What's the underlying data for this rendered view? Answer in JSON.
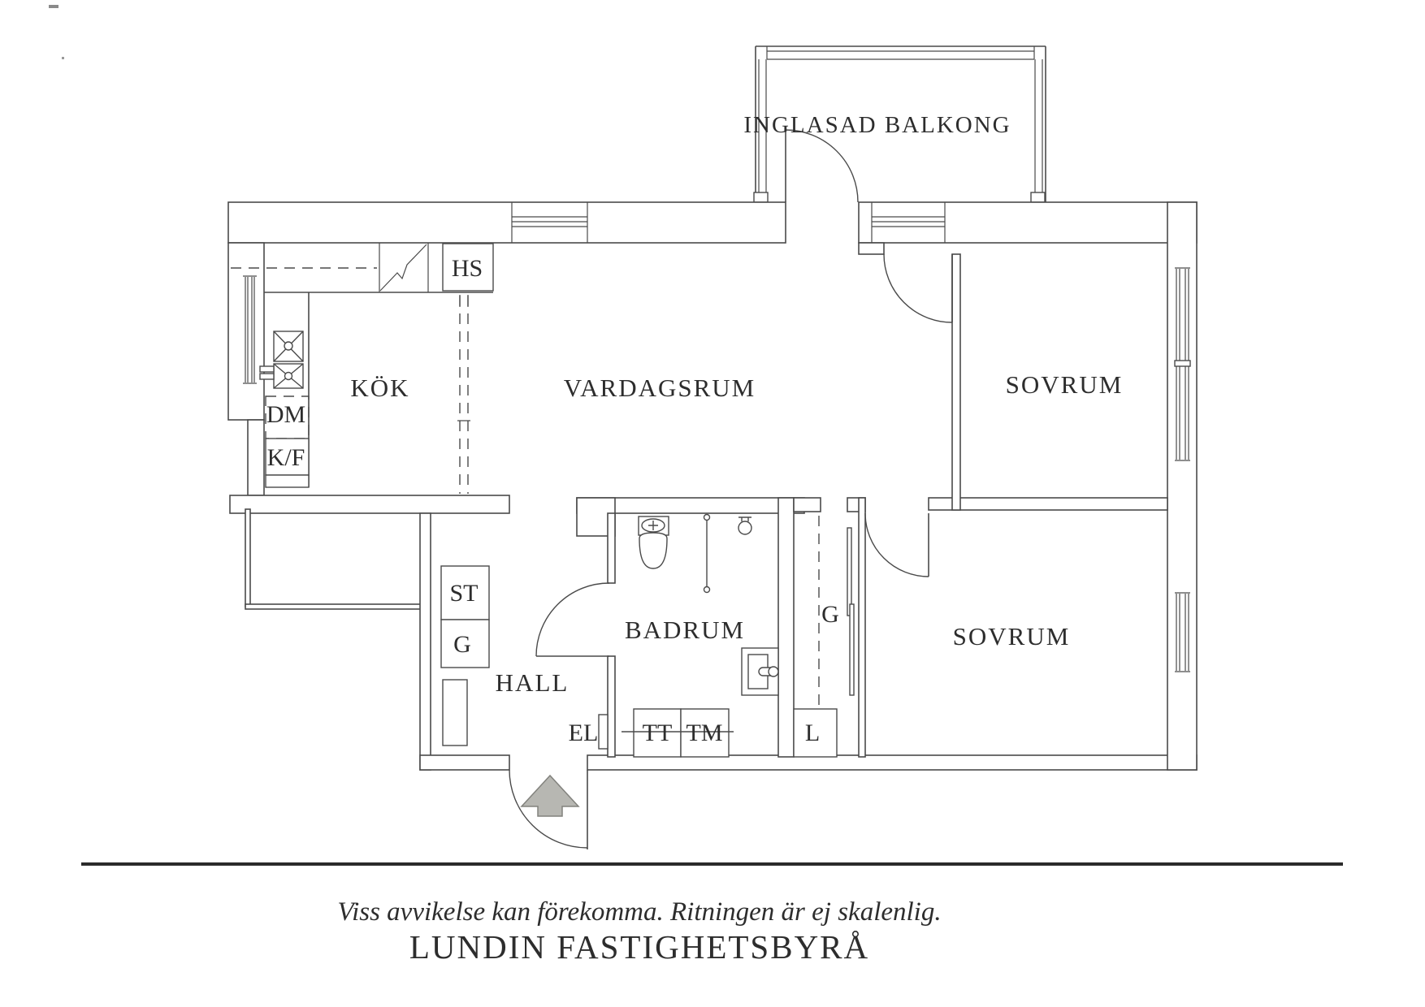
{
  "room_labels": {
    "balcony": "INGLASAD BALKONG",
    "kitchen": "KÖK",
    "living": "VARDAGSRUM",
    "bedroom_top": "SOVRUM",
    "bedroom_bottom": "SOVRUM",
    "bathroom": "BADRUM",
    "hall": "HALL"
  },
  "fixture_labels": {
    "hs": "HS",
    "dm": "DM",
    "kf": "K/F",
    "st": "ST",
    "g_hall": "G",
    "el": "EL",
    "tt": "TT",
    "tm": "TM",
    "g_closet": "G",
    "l": "L"
  },
  "footer": {
    "disclaimer": "Viss avvikelse kan förekomma. Ritningen är ej skalenlig.",
    "brand": "LUNDIN FASTIGHETSBYRÅ"
  },
  "colors": {
    "line": "#4a4a4a",
    "text": "#2d2d2d",
    "arrow_fill": "#b7b7b2",
    "arrow_stroke": "#82827d",
    "background": "#ffffff"
  }
}
